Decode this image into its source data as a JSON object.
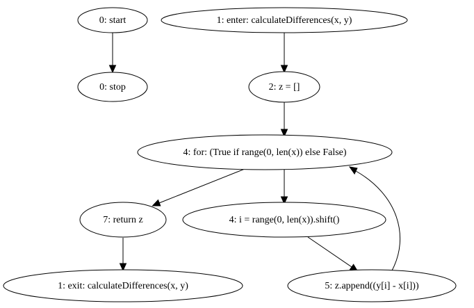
{
  "nodes": {
    "start": "0: start",
    "stop": "0: stop",
    "enter": "1: enter: calculateDifferences(x, y)",
    "assign_z": "2: z = []",
    "for_loop": "4: for: (True if range(0, len(x)) else False)",
    "return_z": "7: return z",
    "shift_i": "4: i = range(0, len(x)).shift()",
    "exit": "1: exit: calculateDifferences(x, y)",
    "append": "5: z.append((y[i] - x[i]))"
  },
  "edges": [
    {
      "from": "start",
      "to": "stop"
    },
    {
      "from": "enter",
      "to": "assign_z"
    },
    {
      "from": "assign_z",
      "to": "for_loop"
    },
    {
      "from": "for_loop",
      "to": "return_z"
    },
    {
      "from": "for_loop",
      "to": "shift_i"
    },
    {
      "from": "return_z",
      "to": "exit"
    },
    {
      "from": "shift_i",
      "to": "append"
    },
    {
      "from": "append",
      "to": "for_loop"
    }
  ]
}
